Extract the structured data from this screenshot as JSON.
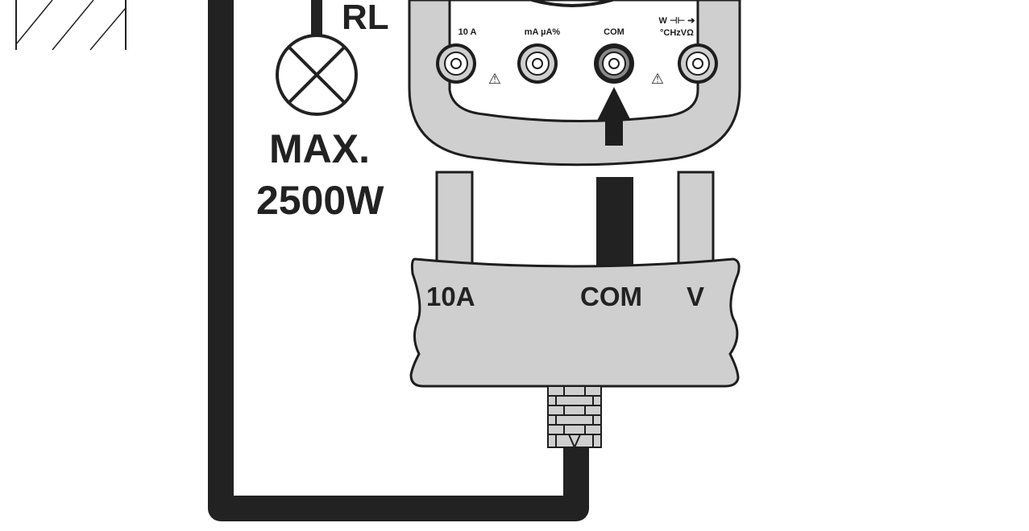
{
  "load": {
    "label": "RL",
    "power_line1": "MAX.",
    "power_line2": "2500W"
  },
  "meter": {
    "jacks": [
      {
        "label": "10 A"
      },
      {
        "label": "mA µA%"
      },
      {
        "label": "COM"
      },
      {
        "label_line1": "W ⊣⊢ ➔",
        "label_line2": "°CHzVΩ"
      }
    ],
    "warning_symbol": "⚠"
  },
  "adapter": {
    "labels": [
      "10A",
      "COM",
      "V"
    ]
  },
  "colors": {
    "wire": "#222222",
    "body_gray": "#cfcfcf",
    "outline": "#1e1e1e",
    "background": "#ffffff"
  }
}
